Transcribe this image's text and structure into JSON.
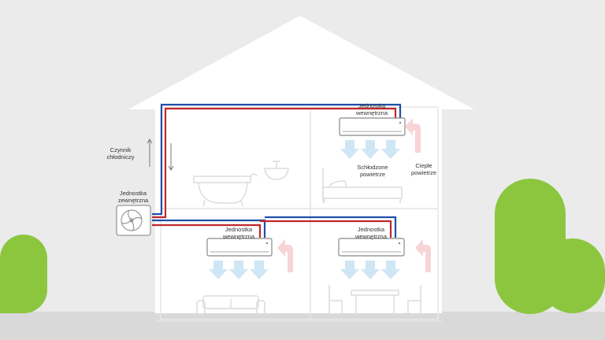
{
  "labels": {
    "refrigerant": "Czynnik\nchłodniczy",
    "outdoor_unit": "Jednostka\nzewnętrzna",
    "indoor_unit": "Jednostka\nwewnętrzna",
    "cooled_air": "Schłodzone\npowietrze",
    "warm_air": "Ciepłe\npowietrze"
  },
  "colors": {
    "background": "#ebebeb",
    "house": "#ffffff",
    "ground": "#d9d9d9",
    "tree": "#8cc63f",
    "pipe_red": "#c0272d",
    "pipe_blue": "#1f4fa8",
    "cool_arrow": "#cfe6f5",
    "warm_arrow": "#f7d4d6",
    "furniture": "#dcdcdc"
  }
}
